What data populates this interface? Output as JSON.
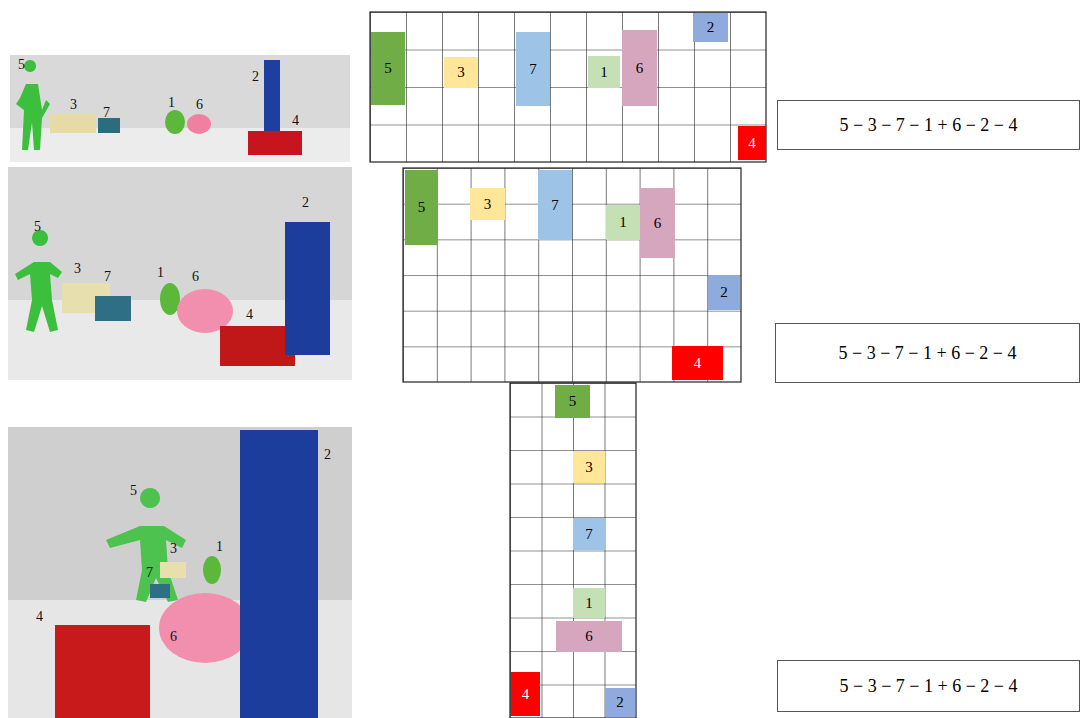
{
  "diagram": {
    "nodes": [
      {
        "text": [
          "5"
        ]
      },
      {
        "text": [
          "3"
        ]
      },
      {
        "text": [
          "7"
        ]
      },
      {
        "text": [
          "1"
        ]
      },
      {
        "text": [
          "6"
        ]
      },
      {
        "text": [
          "2"
        ]
      },
      {
        "text": [
          "4"
        ]
      },
      {
        "text": [
          "5 − 3 − 7 − 1 + 6 − 2 − 4"
        ]
      },
      {
        "text": [
          "5"
        ]
      },
      {
        "text": [
          "3"
        ]
      },
      {
        "text": [
          "7"
        ]
      },
      {
        "text": [
          "1"
        ]
      },
      {
        "text": [
          "6"
        ]
      },
      {
        "text": [
          "2"
        ]
      },
      {
        "text": [
          "4"
        ]
      },
      {
        "text": [
          "5 − 3 − 7 − 1 + 6 − 2 − 4"
        ]
      },
      {
        "text": [
          "5"
        ]
      },
      {
        "text": [
          "3"
        ]
      },
      {
        "text": [
          "7"
        ]
      },
      {
        "text": [
          "1"
        ]
      },
      {
        "text": [
          "6"
        ]
      },
      {
        "text": [
          "4"
        ]
      },
      {
        "text": [
          "2"
        ]
      },
      {
        "text": [
          "5 − 3 − 7 − 1 + 6 − 2 − 4"
        ]
      }
    ],
    "labels": [
      "5",
      "3",
      "7",
      "1",
      "6",
      "2",
      "4",
      "5",
      "3",
      "7",
      "1",
      "6",
      "4",
      "2",
      "2",
      "5",
      "3",
      "7",
      "1",
      "6",
      "4"
    ]
  }
}
